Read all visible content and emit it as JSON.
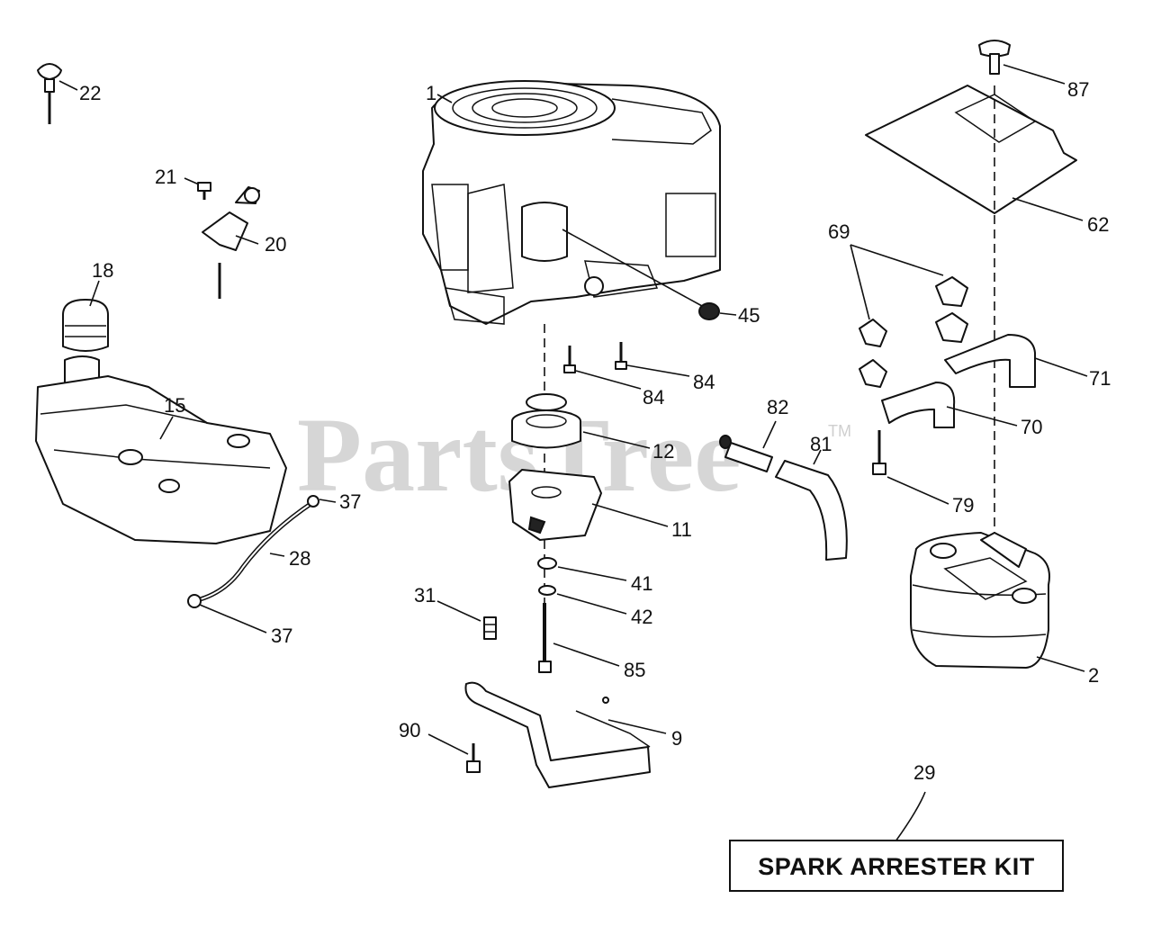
{
  "watermark": {
    "text": "PartsTree",
    "trademark": "TM"
  },
  "callouts": {
    "p1": "1",
    "p22": "22",
    "p87": "87",
    "p21": "21",
    "p20": "20",
    "p62": "62",
    "p69": "69",
    "p18": "18",
    "p45": "45",
    "p71": "71",
    "p84a": "84",
    "p84b": "84",
    "p15": "15",
    "p82": "82",
    "p70": "70",
    "p12": "12",
    "p81": "81",
    "p37a": "37",
    "p11": "11",
    "p79": "79",
    "p28": "28",
    "p41": "41",
    "p31": "31",
    "p42": "42",
    "p37b": "37",
    "p85": "85",
    "p2": "2",
    "p90": "90",
    "p9": "9",
    "p29": "29"
  },
  "kit": {
    "label": "SPARK ARRESTER KIT"
  }
}
